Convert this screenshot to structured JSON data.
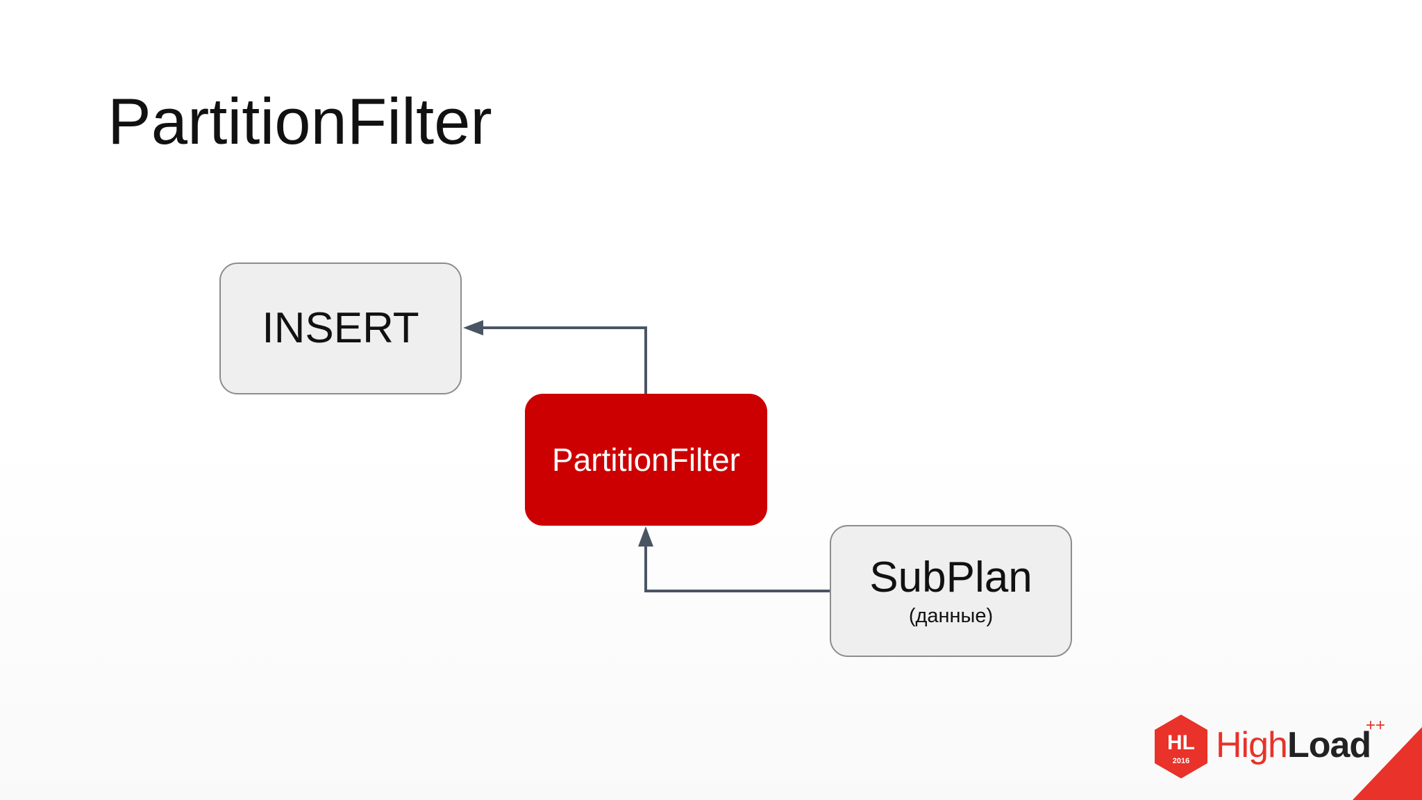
{
  "slide": {
    "title": "PartitionFilter"
  },
  "diagram": {
    "nodes": {
      "insert": {
        "label": "INSERT"
      },
      "partition_filter": {
        "label": "PartitionFilter"
      },
      "subplan": {
        "label": "SubPlan",
        "sublabel": "(данные)"
      }
    },
    "edges": [
      {
        "from": "subplan",
        "to": "partition_filter"
      },
      {
        "from": "partition_filter",
        "to": "insert"
      }
    ]
  },
  "logo": {
    "badge_text": "HL",
    "badge_year": "2016",
    "name_part1": "High",
    "name_part2": "Load",
    "superscript": "++"
  },
  "colors": {
    "accent_red": "#cc0000",
    "box_fill": "#efefef",
    "box_border": "#8c8c8c",
    "connector": "#4a5564",
    "logo_red": "#e8322a"
  }
}
